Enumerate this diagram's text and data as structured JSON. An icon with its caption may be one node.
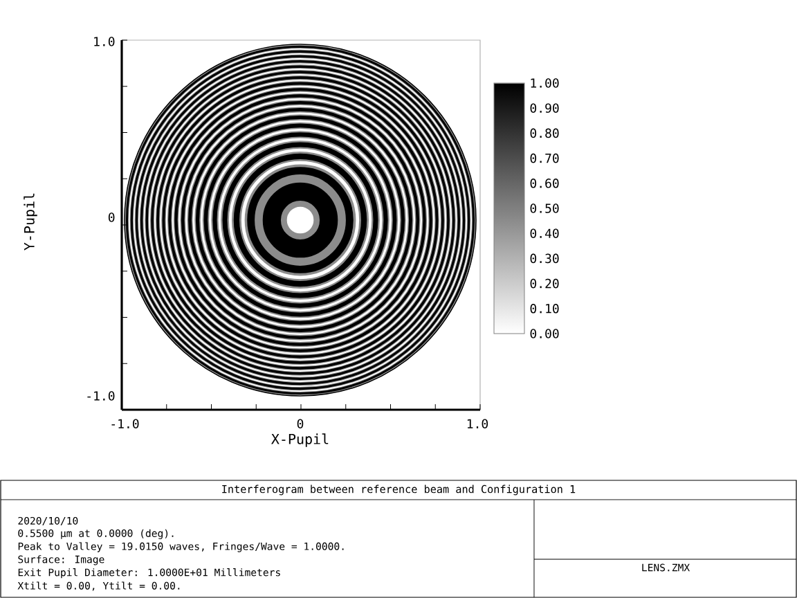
{
  "diagram": {
    "labels": [
      "1.0",
      "0",
      "-1.0",
      "Y-Pupil",
      "-1.0",
      "0",
      "1.0",
      "X-Pupil",
      "1.00",
      "0.90",
      "0.80",
      "0.70",
      "0.60",
      "0.50",
      "0.40",
      "0.30",
      "0.20",
      "0.10",
      "0.00",
      "Interferogram between reference beam and Configuration 1",
      "2020/10/10",
      "0.5500 µm at 0.0000 (deg).",
      "Peak to Valley = 19.0150 waves, Fringes/Wave = 1.0000.",
      "Surface: Image",
      "Exit Pupil Diameter: 1.0000E+01 Millimeters",
      "Xtilt = 0.00, Ytilt = 0.00.",
      "LENS.ZMX"
    ]
  }
}
